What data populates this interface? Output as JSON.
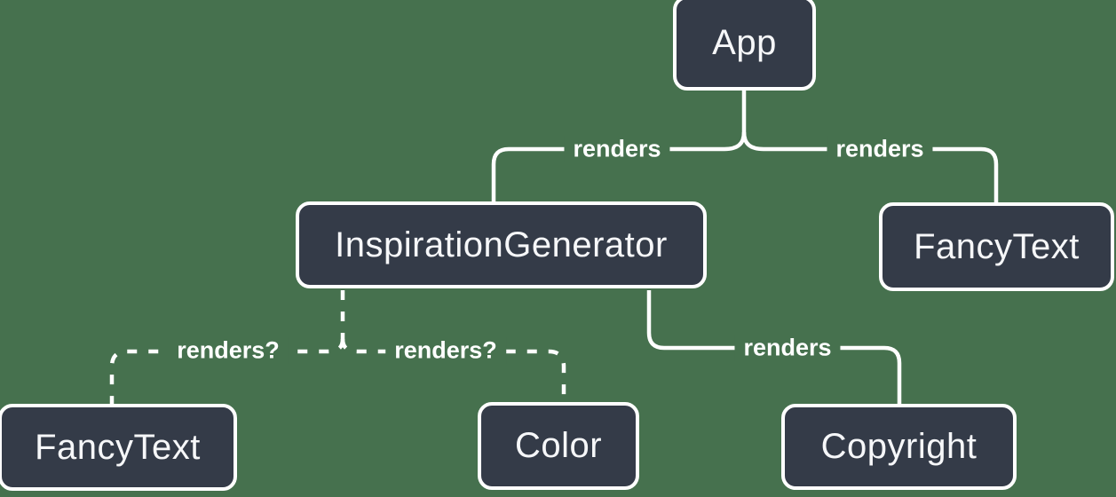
{
  "diagram": {
    "type": "component-render-tree",
    "colors": {
      "background": "#46714E",
      "node_fill": "#343B48",
      "node_border": "#FFFFFF",
      "line": "#FFFFFF",
      "text": "#F6F7F9"
    },
    "nodes": [
      {
        "id": "app",
        "label": "App"
      },
      {
        "id": "inspiration-generator",
        "label": "InspirationGenerator"
      },
      {
        "id": "fancy-text-top",
        "label": "FancyText"
      },
      {
        "id": "fancy-text-bottom",
        "label": "FancyText"
      },
      {
        "id": "color",
        "label": "Color"
      },
      {
        "id": "copyright",
        "label": "Copyright"
      }
    ],
    "edges": [
      {
        "from": "App",
        "to": "InspirationGenerator",
        "label": "renders",
        "style": "solid"
      },
      {
        "from": "App",
        "to": "FancyText",
        "label": "renders",
        "style": "solid"
      },
      {
        "from": "InspirationGenerator",
        "to": "FancyText",
        "label": "renders?",
        "style": "dashed"
      },
      {
        "from": "InspirationGenerator",
        "to": "Color",
        "label": "renders?",
        "style": "dashed"
      },
      {
        "from": "InspirationGenerator",
        "to": "Copyright",
        "label": "renders",
        "style": "solid"
      }
    ]
  }
}
